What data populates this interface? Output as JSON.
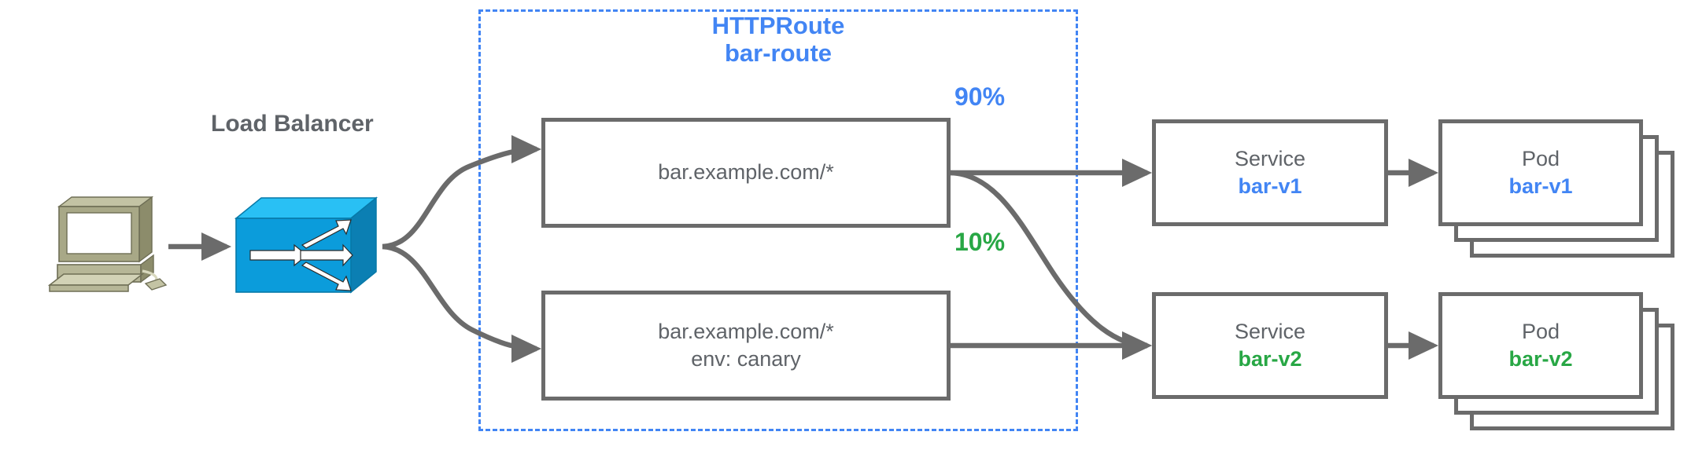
{
  "diagram": {
    "title": "Gateway API HTTPRoute canary traffic split",
    "colors": {
      "blue": "#4285F4",
      "green": "#28a745",
      "gray": "#5f6368",
      "box_border": "#6b6b6b",
      "switch_blue": "#0b9cdb",
      "pc_body": "#a8a887"
    }
  },
  "client": {
    "icon": "workstation-computer-icon"
  },
  "load_balancer": {
    "label": "Load Balancer",
    "icon": "network-switch-icon"
  },
  "httproute": {
    "kind_label": "HTTPRoute",
    "name_label": "bar-route",
    "rules": [
      {
        "match": "bar.example.com/*",
        "headers": ""
      },
      {
        "match": "bar.example.com/*",
        "headers": "env: canary"
      }
    ]
  },
  "weights": {
    "primary": "90%",
    "canary": "10%"
  },
  "services": [
    {
      "kind": "Service",
      "name": "bar-v1",
      "color": "blue"
    },
    {
      "kind": "Service",
      "name": "bar-v2",
      "color": "green"
    }
  ],
  "pods": [
    {
      "kind": "Pod",
      "name": "bar-v1",
      "color": "blue",
      "replicas": 3
    },
    {
      "kind": "Pod",
      "name": "bar-v2",
      "color": "green",
      "replicas": 3
    }
  ]
}
